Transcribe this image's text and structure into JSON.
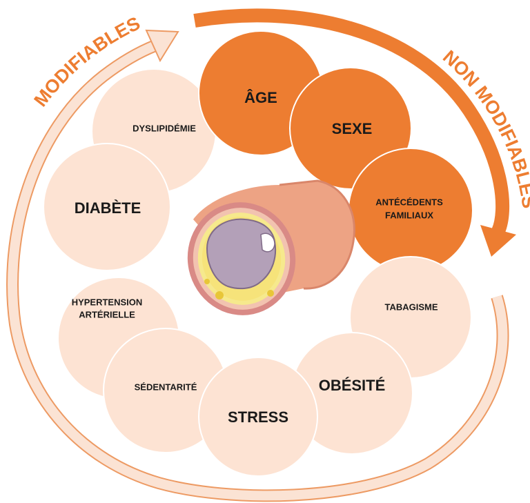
{
  "arc_labels": {
    "modifiable": "MODIFIABLES",
    "non_modifiable": "NON MODIFIABLES"
  },
  "factors": {
    "age": "ÂGE",
    "sexe": "SEXE",
    "antecedents_line1": "ANTÉCÉDENTS",
    "antecedents_line2": "FAMILIAUX",
    "tabagisme": "TABAGISME",
    "obesite": "OBÉSITÉ",
    "stress": "STRESS",
    "sedentarite": "SÉDENTARITÉ",
    "hypertension_line1": "HYPERTENSION",
    "hypertension_line2": "ARTÉRIELLE",
    "diabete": "DIABÈTE",
    "dyslipidemie": "DYSLIPIDÉMIE"
  },
  "colors": {
    "modifiable_fill": "#fde3d3",
    "non_modifiable_fill": "#ed7d31",
    "circle_outline": "#ffffff",
    "arrow_modifiable": "#fbe3d4",
    "arrow_modifiable_outline": "#ed9a63",
    "arrow_non_modifiable": "#ed7d31",
    "text_dark": "#1a1a1a",
    "label_orange": "#ed7d31"
  }
}
